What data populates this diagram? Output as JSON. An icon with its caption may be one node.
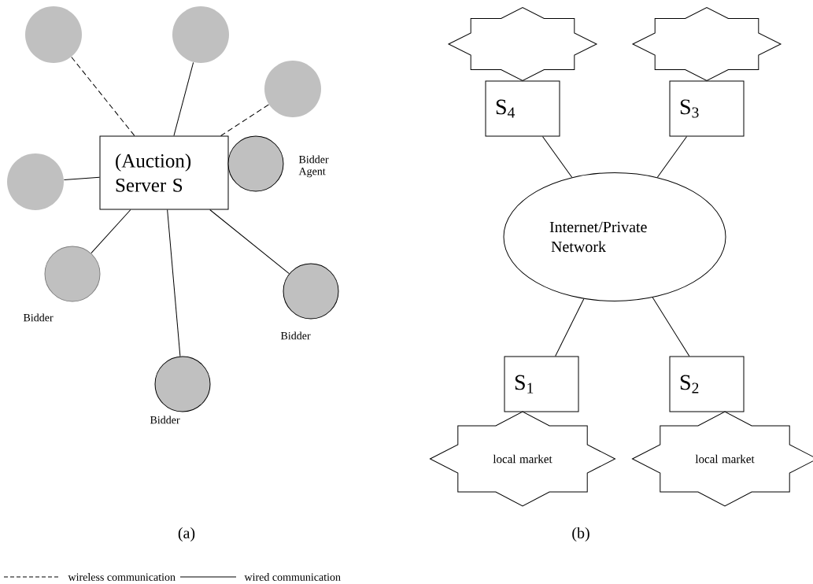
{
  "diagram": {
    "nodes": [
      {
        "text": [],
        "shape": "circle"
      },
      {
        "text": [],
        "shape": "circle"
      },
      {
        "text": [],
        "shape": "circle"
      },
      {
        "text": [],
        "shape": "circle"
      },
      {
        "text": [
          "(Auction) Server S"
        ]
      },
      {
        "text": [],
        "shape": "circle",
        "beside": [
          "Bidder Agent"
        ]
      },
      {
        "text": [],
        "shape": "circle",
        "beside": [
          "Bidder"
        ]
      },
      {
        "text": [],
        "shape": "circle",
        "beside": [
          "Bidder"
        ]
      },
      {
        "text": [],
        "shape": "circle",
        "beside": [
          "Bidder"
        ]
      },
      {
        "text": [],
        "shape": "star"
      },
      {
        "text": [],
        "shape": "star"
      },
      {
        "text": [
          "S$_{4}$"
        ]
      },
      {
        "text": [
          "S$_{3}$"
        ]
      },
      {
        "text": [
          "Internet/Private Network"
        ]
      },
      {
        "text": [
          "S$_{1}$"
        ]
      },
      {
        "text": [
          "S$_{2}$"
        ]
      },
      {
        "text": [
          "local market"
        ]
      },
      {
        "text": [
          "local market"
        ]
      }
    ],
    "edges": [
      {
        "from": 0,
        "to": 4,
        "arrow": "none",
        "style": "dashed"
      },
      {
        "from": 1,
        "to": 4,
        "arrow": "none"
      },
      {
        "from": 2,
        "to": 4,
        "arrow": "none",
        "style": "dashed"
      },
      {
        "from": 3,
        "to": 4,
        "arrow": "none"
      },
      {
        "from": 6,
        "to": 4,
        "arrow": "none"
      },
      {
        "from": 8,
        "to": 4,
        "arrow": "none"
      },
      {
        "from": 7,
        "to": 4,
        "arrow": "none"
      },
      {
        "from": 11,
        "to": 13,
        "arrow": "none"
      },
      {
        "from": 12,
        "to": 13,
        "arrow": "none"
      },
      {
        "from": 13,
        "to": 14,
        "arrow": "none"
      },
      {
        "from": 13,
        "to": 15,
        "arrow": "none"
      }
    ],
    "labels": [
      "(a)",
      "(b)"
    ],
    "legend": [
      {
        "text": "wireless communication"
      },
      {
        "text": "wired communication"
      }
    ]
  }
}
